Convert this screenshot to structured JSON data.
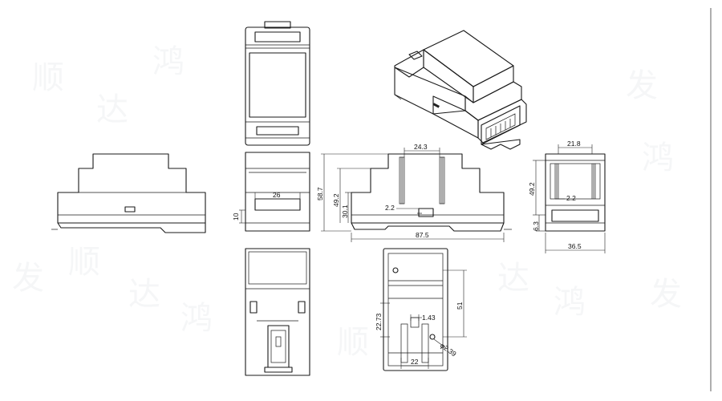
{
  "drawing": {
    "watermark_glyphs": [
      "顺",
      "达",
      "鸿",
      "发"
    ],
    "dimensions": {
      "top_width": "24.3",
      "height_overall": "58.7",
      "height_inner": "49.2",
      "height_lower": "30.1",
      "rail_offset": "2.2",
      "width_overall": "87.5",
      "side_top_width": "21.8",
      "side_height": "49.2",
      "side_rail": "2.2",
      "side_foot": "6.3",
      "side_width": "36.5",
      "front_window": "26",
      "front_offset": "10",
      "bottom_height": "51",
      "bottom_offset": "22.73",
      "bottom_slot": "1.43",
      "bottom_width": "22",
      "bottom_hole": "φ2.39"
    }
  }
}
